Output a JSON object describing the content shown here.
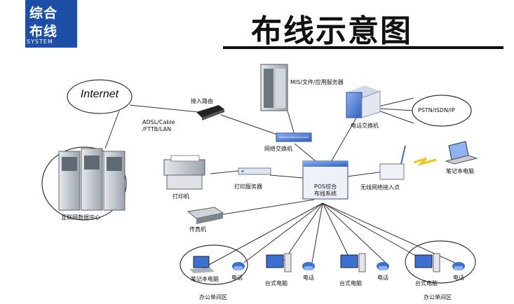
{
  "logo": {
    "line1": "综合",
    "line2": "布线",
    "line3": "SYSTEM"
  },
  "title": "布线示意图",
  "nodes": {
    "internet": "Internet",
    "access_router": "接入路由",
    "adsl": "ADSL/Cable\n/FTTB/LAN",
    "mis_server": "MIS/文件/应用服务器",
    "network_switch": "网络交换机",
    "phone_switch": "电话交换机",
    "pstn": "PSTN/ISDN/IP",
    "datacenter": "互联网数据中心",
    "printer": "打印机",
    "print_server": "打印服务器",
    "pos": "POS综合\n布线系统",
    "wireless_ap": "无线网络接入点",
    "laptop_top": "笔记本电脑",
    "fax": "传真机",
    "desk_laptop": "笔记本电脑",
    "phone": "电话",
    "desktop": "台式电脑",
    "office_area": "办公单间区"
  },
  "colors": {
    "logo_bg": "#1e4fa8",
    "device_blue": "#3c6fd0",
    "device_gray": "#9aa3ad",
    "line": "#333333"
  }
}
